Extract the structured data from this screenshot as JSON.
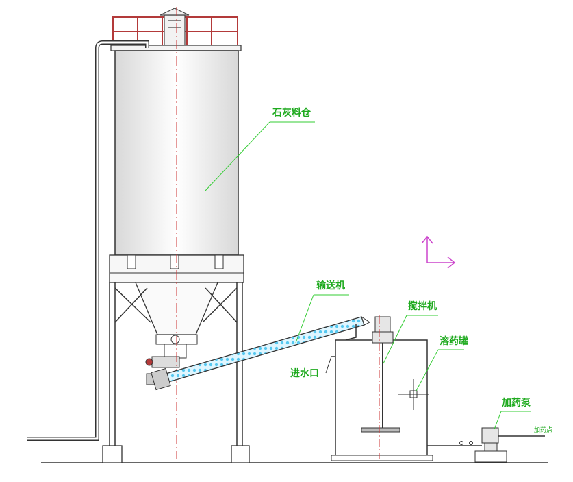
{
  "labels": {
    "silo": "石灰料仓",
    "conveyor": "输送机",
    "mixer": "搅拌机",
    "tank": "溶药罐",
    "water_inlet": "进水口",
    "pump": "加药泵",
    "outlet": "加药点"
  },
  "colors": {
    "outline": "#333333",
    "silo_shade": "#e9e9e9",
    "railing": "#b33a3a",
    "centerline": "#cc3333",
    "leader": "#33cc33",
    "label": "#1faa1f",
    "axis": "#cc44cc",
    "conveyor_fill": "#bfefff"
  }
}
